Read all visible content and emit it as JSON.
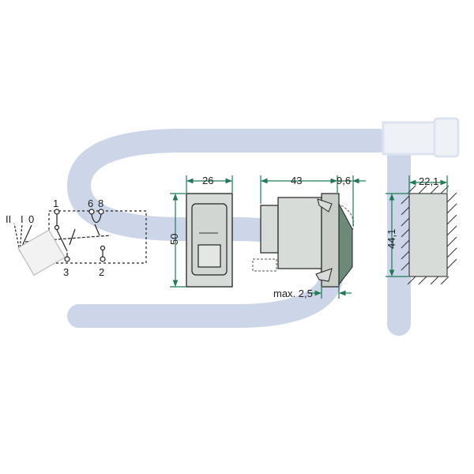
{
  "colors": {
    "watermark": "#cdd6e8",
    "dimension": "#1f7a55",
    "outline": "#222222",
    "body_fill": "#d8dcd8",
    "rocker_fill": "#6d8a78",
    "hatch": "#333333"
  },
  "schematic": {
    "positions": [
      "II",
      "I",
      "0"
    ],
    "terminals": [
      "1",
      "6",
      "8",
      "3",
      "2"
    ]
  },
  "front_view": {
    "width_label": "26",
    "height_label": "50"
  },
  "side_view": {
    "length_label": "43",
    "rocker_label": "9,6",
    "bottom_label": "max. 2,5"
  },
  "cutout_view": {
    "width_label": "22,1",
    "height_label": "44,1"
  },
  "watermark": {
    "icon": "st-logo"
  }
}
